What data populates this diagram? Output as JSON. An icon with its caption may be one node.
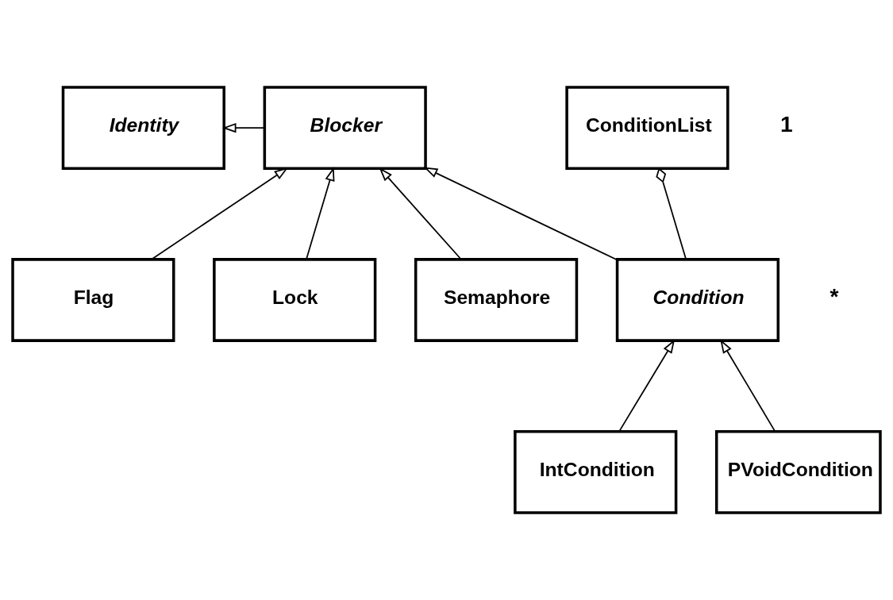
{
  "diagram": {
    "nodes": [
      {
        "text": [
          "Identity"
        ]
      },
      {
        "text": [
          "Blocker"
        ]
      },
      {
        "text": [
          "ConditionList"
        ]
      },
      {
        "text": [
          "Flag"
        ]
      },
      {
        "text": [
          "Lock"
        ]
      },
      {
        "text": [
          "Semaphore"
        ]
      },
      {
        "text": [
          "Condition"
        ]
      },
      {
        "text": [
          "IntCondition"
        ]
      },
      {
        "text": [
          "PVoidCondition"
        ]
      }
    ],
    "edges": [
      {
        "from": 1,
        "to": 0,
        "arrow": "to"
      },
      {
        "from": 3,
        "to": 1,
        "arrow": "to"
      },
      {
        "from": 4,
        "to": 1,
        "arrow": "to"
      },
      {
        "from": 5,
        "to": 1,
        "arrow": "to"
      },
      {
        "from": 6,
        "to": 1,
        "arrow": "to"
      },
      {
        "from": 2,
        "to": 6,
        "arrow": "other"
      },
      {
        "from": 7,
        "to": 6,
        "arrow": "to"
      },
      {
        "from": 8,
        "to": 6,
        "arrow": "to"
      }
    ],
    "labels": [
      "1",
      "*"
    ]
  }
}
